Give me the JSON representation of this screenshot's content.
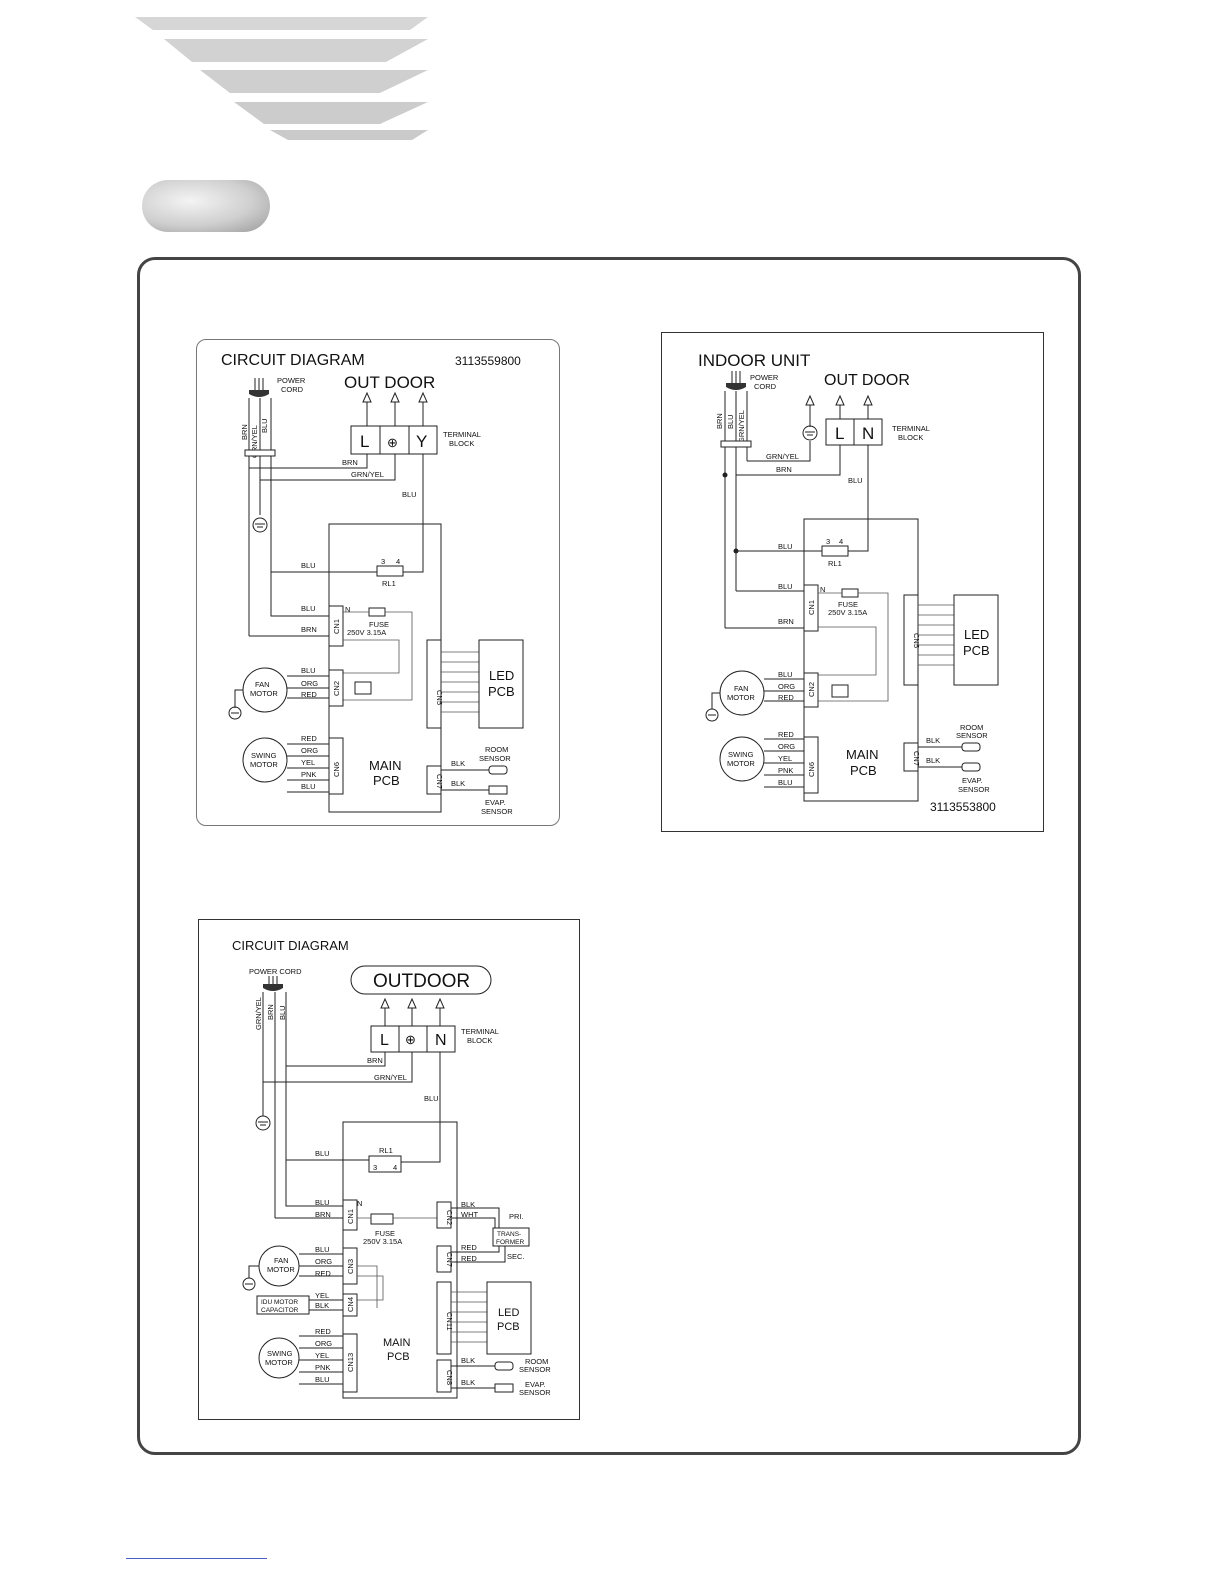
{
  "diagram1": {
    "title": "CIRCUIT DIAGRAM",
    "code": "3113559800",
    "power_cord": [
      "POWER",
      "CORD"
    ],
    "out_door": "OUT  DOOR",
    "terminal_labels": [
      "L",
      "⊕",
      "Y"
    ],
    "terminal_block": [
      "TERMINAL",
      "BLOCK"
    ],
    "cord_wires": [
      "BRN",
      "GRN/YEL",
      "BLU"
    ],
    "wire_brn": "BRN",
    "wire_grnyel": "GRN/YEL",
    "wire_blu_term": "BLU",
    "wire_blu_rl": "BLU",
    "rl_pins": [
      "3",
      "4"
    ],
    "rl_name": "RL1",
    "cn1": "CN1",
    "cn1_wires": [
      "BLU",
      "BRN"
    ],
    "n_mark": "N",
    "fuse": [
      "FUSE",
      "250V 3.15A"
    ],
    "cn2": "CN2",
    "fan_motor": [
      "FAN",
      "MOTOR"
    ],
    "fan_wires": [
      "BLU",
      "ORG",
      "RED"
    ],
    "cn5": "CN5",
    "led_pcb": [
      "LED",
      "PCB"
    ],
    "swing_motor": [
      "SWING",
      "MOTOR"
    ],
    "cn6": "CN6",
    "swing_wires": [
      "RED",
      "ORG",
      "YEL",
      "PNK",
      "BLU"
    ],
    "main_pcb": [
      "MAIN",
      "PCB"
    ],
    "cn7": "CN7",
    "sensor_wires": [
      "BLK",
      "BLK"
    ],
    "room_sensor": [
      "ROOM",
      "SENSOR"
    ],
    "evap_sensor": [
      "EVAP.",
      "SENSOR"
    ]
  },
  "diagram2": {
    "title": "INDOOR UNIT",
    "code": "3113553800",
    "power_cord": [
      "POWER",
      "CORD"
    ],
    "out_door": "OUT DOOR",
    "terminal_labels": [
      "L",
      "N"
    ],
    "terminal_block": [
      "TERMINAL",
      "BLOCK"
    ],
    "cord_wires": [
      "BRN",
      "BLU",
      "GRN/YEL"
    ],
    "wire_grnyel": "GRN/YEL",
    "wire_brn": "BRN",
    "wire_blu_term": "BLU",
    "wire_blu_rl": "BLU",
    "rl_pins": [
      "3",
      "4"
    ],
    "rl_name": "RL1",
    "cn1": "CN1",
    "cn1_wires": [
      "BLU",
      "BRN"
    ],
    "n_mark": "N",
    "fuse": [
      "FUSE",
      "250V 3.15A"
    ],
    "cn2": "CN2",
    "fan_motor": [
      "FAN",
      "MOTOR"
    ],
    "fan_wires": [
      "BLU",
      "ORG",
      "RED"
    ],
    "cn5": "CN5",
    "led_pcb": [
      "LED",
      "PCB"
    ],
    "swing_motor": [
      "SWING",
      "MOTOR"
    ],
    "cn6": "CN6",
    "swing_wires": [
      "RED",
      "ORG",
      "YEL",
      "PNK",
      "BLU"
    ],
    "main_pcb": [
      "MAIN",
      "PCB"
    ],
    "cn7": "CN7",
    "sensor_wires": [
      "BLK",
      "BLK"
    ],
    "room_sensor": [
      "ROOM",
      "SENSOR"
    ],
    "evap_sensor": [
      "EVAP.",
      "SENSOR"
    ]
  },
  "diagram3": {
    "title": "CIRCUIT DIAGRAM",
    "power_cord": "POWER CORD",
    "outdoor": "OUTDOOR",
    "terminal_labels": [
      "L",
      "⊕",
      "N"
    ],
    "terminal_block": [
      "TERMINAL",
      "BLOCK"
    ],
    "cord_wires": [
      "GRN/YEL",
      "BRN",
      "BLU"
    ],
    "wire_brn": "BRN",
    "wire_grnyel": "GRN/YEL",
    "wire_blu_term": "BLU",
    "wire_blu_rl": "BLU",
    "rl_name": "RL1",
    "rl_pins": [
      "3",
      "4"
    ],
    "cn1": "CN1",
    "cn1_wires": [
      "BLU",
      "BRN"
    ],
    "n_mark": "N",
    "fuse": [
      "FUSE",
      "250V 3.15A"
    ],
    "cn2_right": "CN2",
    "trans_wires": [
      "BLK",
      "WHT"
    ],
    "pri": "PRI.",
    "transformer": [
      "TRANS-",
      "FORMER"
    ],
    "cn7_right": "CN7",
    "sec_wires": [
      "RED",
      "RED"
    ],
    "sec": "SEC.",
    "cn3": "CN3",
    "fan_motor": [
      "FAN",
      "MOTOR"
    ],
    "fan_wires": [
      "BLU",
      "ORG",
      "RED"
    ],
    "cn4": "CN4",
    "cap_wires": [
      "YEL",
      "BLK"
    ],
    "idu_cap": [
      "IDU MOTOR",
      "CAPACITOR"
    ],
    "cn11": "CN11",
    "led_pcb": [
      "LED",
      "PCB"
    ],
    "swing_motor": [
      "SWING",
      "MOTOR"
    ],
    "cn13": "CN13",
    "swing_wires": [
      "RED",
      "ORG",
      "YEL",
      "PNK",
      "BLU"
    ],
    "main_pcb": [
      "MAIN",
      "PCB"
    ],
    "cn8": "CN8",
    "sensor_wires": [
      "BLK",
      "BLK"
    ],
    "room_sensor": [
      "ROOM",
      "SENSOR"
    ],
    "evap_sensor": [
      "EVAP.",
      "SENSOR"
    ]
  }
}
